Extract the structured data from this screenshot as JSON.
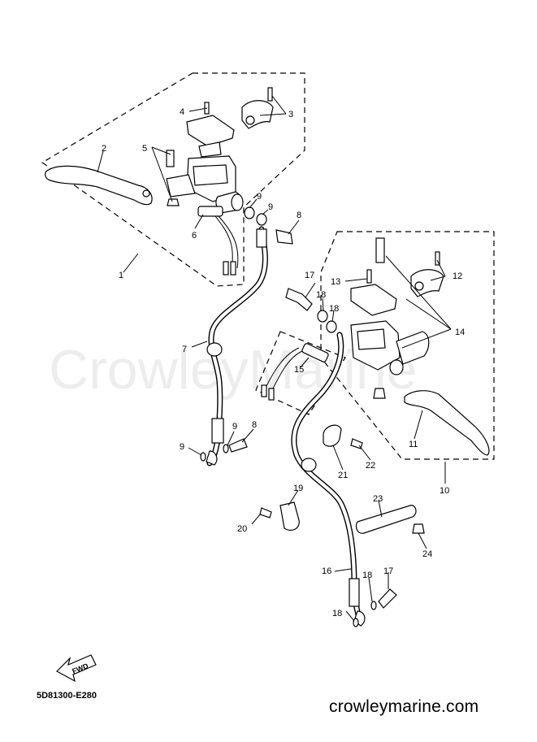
{
  "watermark": "CrowleyMarine",
  "diagram_code": "5D81300-E280",
  "site_text": "crowleymarine.com",
  "fwd_label": "FWD",
  "callouts": {
    "c1": "1",
    "c2": "2",
    "c3": "3",
    "c4": "4",
    "c5": "5",
    "c6": "6",
    "c7": "7",
    "c8a": "8",
    "c8b": "8",
    "c9a": "9",
    "c9b": "9",
    "c9c": "9",
    "c9d": "9",
    "c10": "10",
    "c11": "11",
    "c12": "12",
    "c13": "13",
    "c14": "14",
    "c15": "15",
    "c16": "16",
    "c17a": "17",
    "c17b": "17",
    "c18a": "18",
    "c18b": "18",
    "c18c": "18",
    "c18d": "18",
    "c19": "19",
    "c20": "20",
    "c21": "21",
    "c22": "22",
    "c23": "23",
    "c24": "24"
  }
}
